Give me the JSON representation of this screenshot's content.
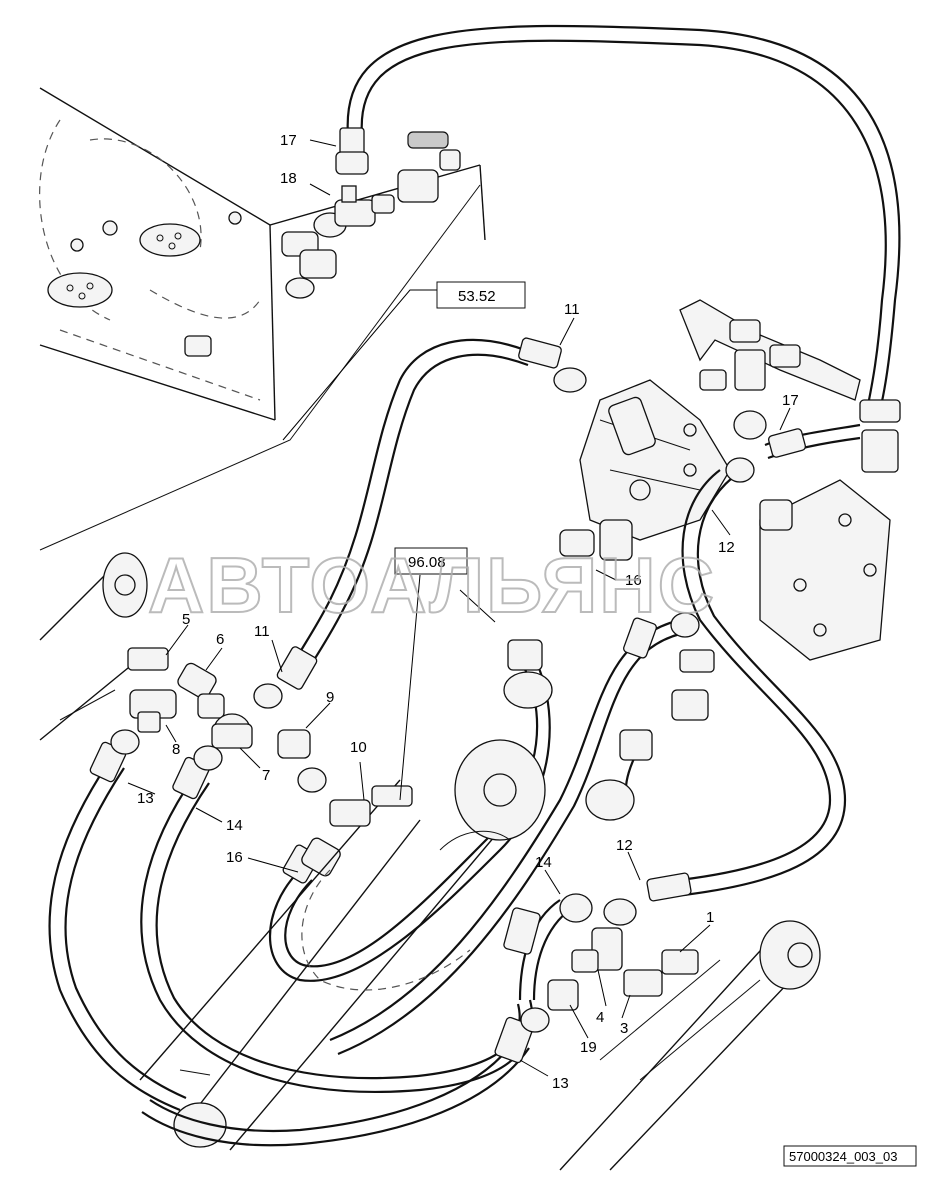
{
  "callouts": [
    {
      "id": "c17a",
      "text": "17"
    },
    {
      "id": "c18",
      "text": "18"
    },
    {
      "id": "c11a",
      "text": "11"
    },
    {
      "id": "c17b",
      "text": "17"
    },
    {
      "id": "c12a",
      "text": "12"
    },
    {
      "id": "c16a",
      "text": "16"
    },
    {
      "id": "c5",
      "text": "5"
    },
    {
      "id": "c6",
      "text": "6"
    },
    {
      "id": "c11b",
      "text": "11"
    },
    {
      "id": "c9",
      "text": "9"
    },
    {
      "id": "c8",
      "text": "8"
    },
    {
      "id": "c7",
      "text": "7"
    },
    {
      "id": "c10",
      "text": "10"
    },
    {
      "id": "c13a",
      "text": "13"
    },
    {
      "id": "c14a",
      "text": "14"
    },
    {
      "id": "c16b",
      "text": "16"
    },
    {
      "id": "c14b",
      "text": "14"
    },
    {
      "id": "c12b",
      "text": "12"
    },
    {
      "id": "c1",
      "text": "1"
    },
    {
      "id": "c4",
      "text": "4"
    },
    {
      "id": "c3",
      "text": "3"
    },
    {
      "id": "c19",
      "text": "19"
    },
    {
      "id": "c13b",
      "text": "13"
    }
  ],
  "reference_labels": [
    {
      "id": "ref-53-52",
      "text": "53.52"
    },
    {
      "id": "ref-96-08",
      "text": "96.08"
    }
  ],
  "watermark": "АВТОАЛЬЯНС",
  "drawing_id": "57000324_003_03"
}
